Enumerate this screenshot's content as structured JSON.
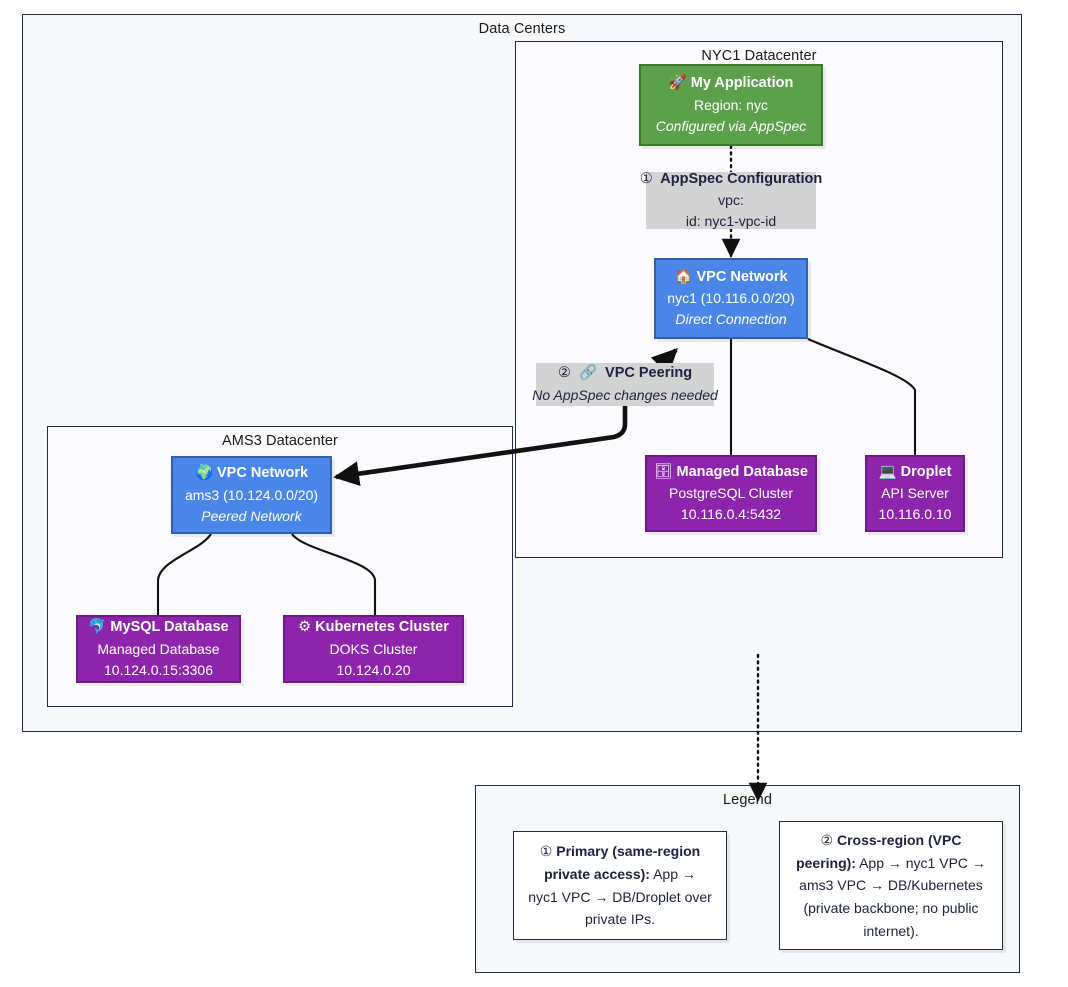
{
  "diagram": {
    "title": "Data Centers",
    "clusters": [
      {
        "id": "datacenters",
        "label": "Data Centers"
      },
      {
        "id": "nyc1",
        "label": "NYC1 Datacenter"
      },
      {
        "id": "ams3",
        "label": "AMS3 Datacenter"
      },
      {
        "id": "legend",
        "label": "Legend"
      }
    ],
    "colors": {
      "app_green": "#5ca04c",
      "vpc_blue": "#4a86e8",
      "resource_purple": "#8d25ac",
      "note_gray": "#d3d3d3",
      "border_navy": "#262a4a",
      "cluster_bg": "#f7f8fa"
    },
    "nodes": {
      "app": {
        "icon": "rocket-icon",
        "icon_glyph": "🚀",
        "title": "My Application",
        "line2": "Region: nyc",
        "line3": "Configured via AppSpec"
      },
      "appspec_note": {
        "marker": "①",
        "title": "AppSpec Configuration",
        "line2": "vpc:",
        "line3": "id: nyc1-vpc-id"
      },
      "nyc1_vpc": {
        "icon": "house-icon",
        "icon_glyph": "🏠",
        "title": "VPC Network",
        "line2": "nyc1 (10.116.0.0/20)",
        "line3": "Direct Connection"
      },
      "peering_note": {
        "marker": "②",
        "icon": "link-icon",
        "icon_glyph": "🔗",
        "title": "VPC Peering",
        "line2": "No AppSpec changes needed"
      },
      "managed_db": {
        "icon": "database-icon",
        "icon_glyph": "🗄",
        "title": "Managed Database",
        "line2": "PostgreSQL Cluster",
        "line3": "10.116.0.4:5432"
      },
      "droplet": {
        "icon": "laptop-icon",
        "icon_glyph": "💻",
        "title": "Droplet",
        "line2": "API Server",
        "line3": "10.116.0.10"
      },
      "ams3_vpc": {
        "icon": "globe-icon",
        "icon_glyph": "🌍",
        "title": "VPC Network",
        "line2": "ams3 (10.124.0.0/20)",
        "line3": "Peered Network"
      },
      "mysql_db": {
        "icon": "dolphin-icon",
        "icon_glyph": "🐬",
        "title": "MySQL Database",
        "line2": "Managed Database",
        "line3": "10.124.0.15:3306"
      },
      "k8s": {
        "icon": "gear-icon",
        "icon_glyph": "⚙",
        "title": "Kubernetes Cluster",
        "line2": "DOKS Cluster",
        "line3": "10.124.0.20"
      }
    },
    "legend": {
      "title": "Legend",
      "items": [
        {
          "marker": "①",
          "bold": "Primary (same-region private access):",
          "rest": " App → nyc1 VPC → DB/Droplet over private IPs."
        },
        {
          "marker": "②",
          "bold": "Cross-region (VPC peering):",
          "rest": " App → nyc1 VPC → ams3 VPC → DB/Kubernetes (private backbone; no public internet)."
        }
      ]
    }
  }
}
